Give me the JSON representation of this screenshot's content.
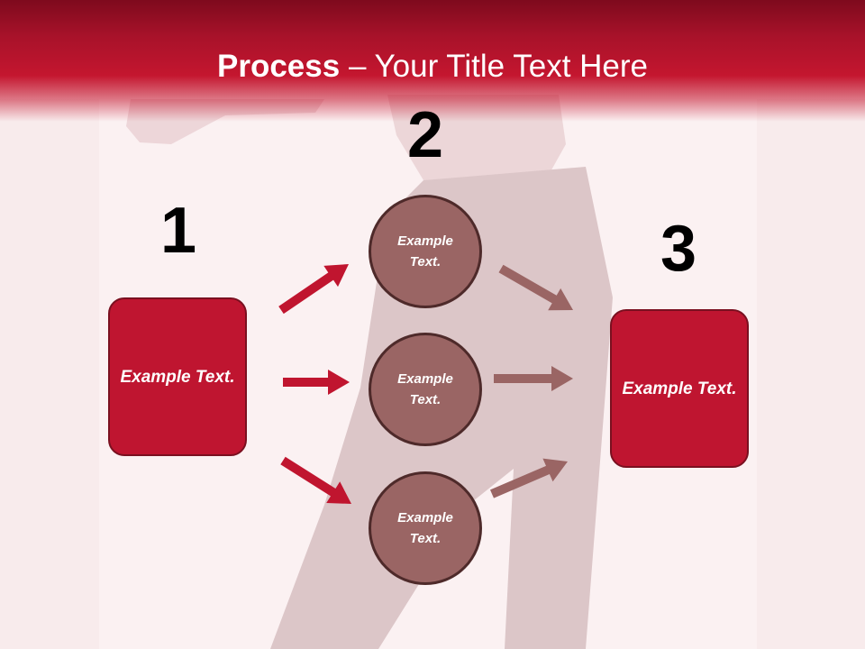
{
  "title": {
    "bold_part": "Process",
    "separator": " – ",
    "rest": "Your Title Text Here"
  },
  "steps": [
    {
      "number": "1"
    },
    {
      "number": "2"
    },
    {
      "number": "3"
    }
  ],
  "boxes": {
    "left": "Example Text.",
    "right": "Example Text."
  },
  "circles": [
    {
      "text": "Example Text."
    },
    {
      "text": "Example Text."
    },
    {
      "text": "Example Text."
    }
  ],
  "colors": {
    "header_red": "#c4162f",
    "box_red": "#bf1530",
    "circle_fill": "#9a6564",
    "arrow_red": "#c0152f",
    "arrow_muted": "#9a6564",
    "background": "#fbf1f2"
  }
}
